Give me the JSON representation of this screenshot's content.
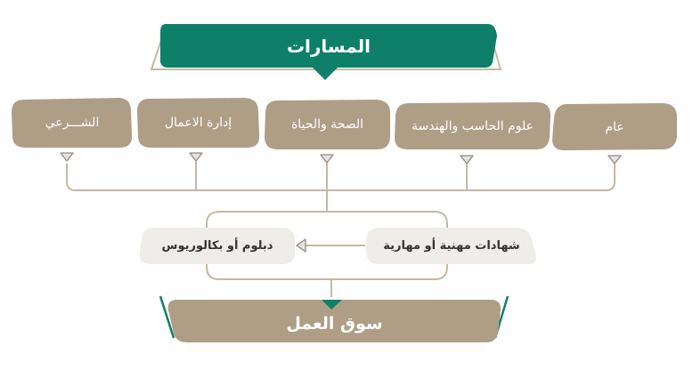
{
  "header": {
    "title": "المسارات"
  },
  "tracks": [
    {
      "label": "عام"
    },
    {
      "label": "علوم الحاسب والهندسة"
    },
    {
      "label": "الصحة والحياة"
    },
    {
      "label": "إدارة الاعمال"
    },
    {
      "label": "الشـــرعي"
    }
  ],
  "outcomes": {
    "certificates": "شهادات مهنية أو مهارية",
    "degree": "دبلوم أو بكالوريوس"
  },
  "footer": {
    "label": "سوق العمل"
  },
  "colors": {
    "teal": "#0e8069",
    "brown": "#ae9e86",
    "pill": "#efedea",
    "line": "#c4b8a6",
    "arrow_fill": "#e6e3de",
    "arrow_stroke": "#8f8b86"
  }
}
